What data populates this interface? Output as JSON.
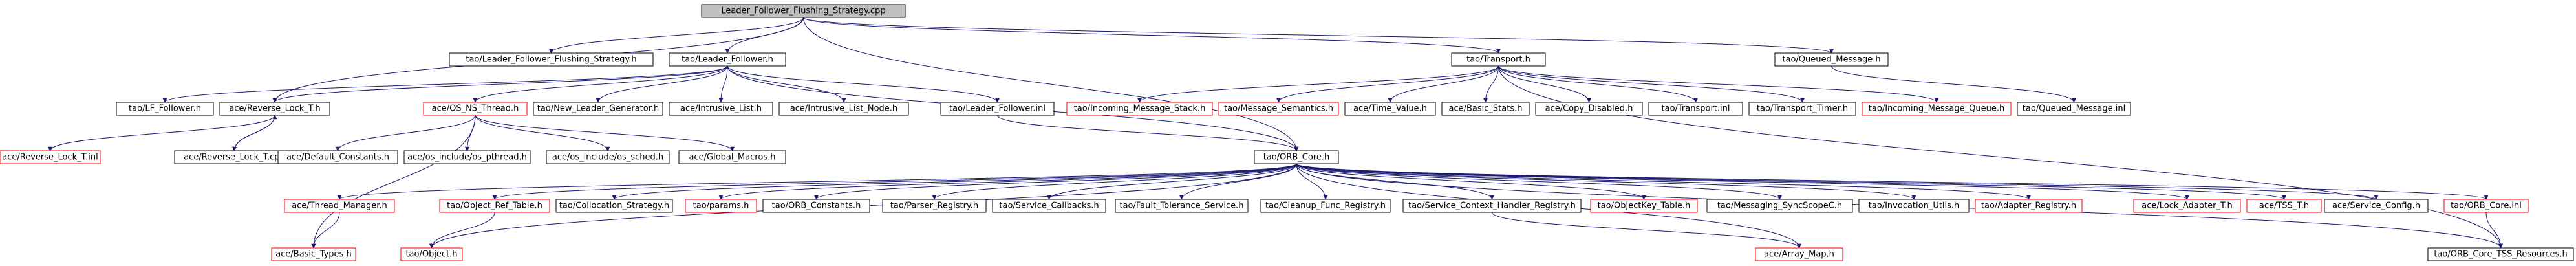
{
  "diagram": {
    "nodes": [
      {
        "id": "root",
        "label": "Leader_Follower_Flushing_Strategy.cpp",
        "style": "root"
      },
      {
        "id": "lfs_h",
        "label": "tao/Leader_Follower_Flushing_Strategy.h",
        "style": "normal"
      },
      {
        "id": "lf_h",
        "label": "tao/Leader_Follower.h",
        "style": "normal"
      },
      {
        "id": "transport_h",
        "label": "tao/Transport.h",
        "style": "normal"
      },
      {
        "id": "qm_h",
        "label": "tao/Queued_Message.h",
        "style": "normal"
      },
      {
        "id": "lf_follower",
        "label": "tao/LF_Follower.h",
        "style": "normal"
      },
      {
        "id": "rev_lock_h",
        "label": "ace/Reverse_Lock_T.h",
        "style": "normal"
      },
      {
        "id": "os_ns_thread",
        "label": "ace/OS_NS_Thread.h",
        "style": "red"
      },
      {
        "id": "new_leader_gen",
        "label": "tao/New_Leader_Generator.h",
        "style": "normal"
      },
      {
        "id": "intrusive_list",
        "label": "ace/Intrusive_List.h",
        "style": "normal"
      },
      {
        "id": "intrusive_list_node",
        "label": "ace/Intrusive_List_Node.h",
        "style": "normal"
      },
      {
        "id": "lf_inl",
        "label": "tao/Leader_Follower.inl",
        "style": "normal"
      },
      {
        "id": "incoming_stack",
        "label": "tao/Incoming_Message_Stack.h",
        "style": "red"
      },
      {
        "id": "msg_semantics",
        "label": "tao/Message_Semantics.h",
        "style": "red"
      },
      {
        "id": "time_value",
        "label": "ace/Time_Value.h",
        "style": "normal"
      },
      {
        "id": "basic_stats",
        "label": "ace/Basic_Stats.h",
        "style": "normal"
      },
      {
        "id": "copy_disabled",
        "label": "ace/Copy_Disabled.h",
        "style": "normal"
      },
      {
        "id": "transport_inl",
        "label": "tao/Transport.inl",
        "style": "normal"
      },
      {
        "id": "transport_timer",
        "label": "tao/Transport_Timer.h",
        "style": "normal"
      },
      {
        "id": "incoming_queue",
        "label": "tao/Incoming_Message_Queue.h",
        "style": "red"
      },
      {
        "id": "qm_inl",
        "label": "tao/Queued_Message.inl",
        "style": "normal"
      },
      {
        "id": "rev_lock_t",
        "label": "ace/Reverse_Lock_T.inl",
        "style": "red"
      },
      {
        "id": "rev_lock_cpp",
        "label": "ace/Reverse_Lock_T.cpp",
        "style": "normal"
      },
      {
        "id": "default_constants",
        "label": "ace/Default_Constants.h",
        "style": "normal"
      },
      {
        "id": "os_pthread",
        "label": "ace/os_include/os_pthread.h",
        "style": "normal"
      },
      {
        "id": "os_sched",
        "label": "ace/os_include/os_sched.h",
        "style": "normal"
      },
      {
        "id": "global_macros",
        "label": "ace/Global_Macros.h",
        "style": "normal"
      },
      {
        "id": "orb_core",
        "label": "tao/ORB_Core.h",
        "style": "normal"
      },
      {
        "id": "thread_manager",
        "label": "ace/Thread_Manager.h",
        "style": "red"
      },
      {
        "id": "object_ref_table",
        "label": "tao/Object_Ref_Table.h",
        "style": "red"
      },
      {
        "id": "collocation_strategy",
        "label": "tao/Collocation_Strategy.h",
        "style": "normal"
      },
      {
        "id": "params",
        "label": "tao/params.h",
        "style": "red"
      },
      {
        "id": "orb_constants",
        "label": "tao/ORB_Constants.h",
        "style": "normal"
      },
      {
        "id": "parser_registry",
        "label": "tao/Parser_Registry.h",
        "style": "normal"
      },
      {
        "id": "service_callbacks",
        "label": "tao/Service_Callbacks.h",
        "style": "normal"
      },
      {
        "id": "fault_tolerance",
        "label": "tao/Fault_Tolerance_Service.h",
        "style": "normal"
      },
      {
        "id": "cleanup_func",
        "label": "tao/Cleanup_Func_Registry.h",
        "style": "normal"
      },
      {
        "id": "svc_ctx_handler",
        "label": "tao/Service_Context_Handler_Registry.h",
        "style": "normal"
      },
      {
        "id": "objectkey_table",
        "label": "tao/ObjectKey_Table.h",
        "style": "red"
      },
      {
        "id": "messaging_sync",
        "label": "tao/Messaging_SyncScopeC.h",
        "style": "normal"
      },
      {
        "id": "invocation_utils",
        "label": "tao/Invocation_Utils.h",
        "style": "normal"
      },
      {
        "id": "adapter_registry",
        "label": "tao/Adapter_Registry.h",
        "style": "red"
      },
      {
        "id": "lock_adapter",
        "label": "ace/Lock_Adapter_T.h",
        "style": "red"
      },
      {
        "id": "tss_t",
        "label": "ace/TSS_T.h",
        "style": "red"
      },
      {
        "id": "service_config",
        "label": "ace/Service_Config.h",
        "style": "normal"
      },
      {
        "id": "orb_core_inl",
        "label": "tao/ORB_Core.inl",
        "style": "red"
      },
      {
        "id": "basic_types",
        "label": "ace/Basic_Types.h",
        "style": "red"
      },
      {
        "id": "object_h",
        "label": "tao/Object.h",
        "style": "red"
      },
      {
        "id": "array_map",
        "label": "ace/Array_Map.h",
        "style": "red"
      },
      {
        "id": "orb_core_tss",
        "label": "tao/ORB_Core_TSS_Resources.h",
        "style": "normal"
      }
    ],
    "edges": [
      [
        "root",
        "lfs_h"
      ],
      [
        "root",
        "lf_h"
      ],
      [
        "root",
        "transport_h"
      ],
      [
        "root",
        "qm_h"
      ],
      [
        "root",
        "rev_lock_h"
      ],
      [
        "root",
        "orb_core"
      ],
      [
        "lf_h",
        "lf_follower"
      ],
      [
        "lf_h",
        "rev_lock_h"
      ],
      [
        "lf_h",
        "os_ns_thread"
      ],
      [
        "lf_h",
        "new_leader_gen"
      ],
      [
        "lf_h",
        "intrusive_list"
      ],
      [
        "lf_h",
        "intrusive_list_node"
      ],
      [
        "lf_h",
        "lf_inl"
      ],
      [
        "lf_h",
        "orb_core"
      ],
      [
        "rev_lock_h",
        "rev_lock_t"
      ],
      [
        "rev_lock_h",
        "rev_lock_cpp"
      ],
      [
        "rev_lock_cpp",
        "rev_lock_h"
      ],
      [
        "os_ns_thread",
        "default_constants"
      ],
      [
        "os_ns_thread",
        "os_pthread"
      ],
      [
        "os_ns_thread",
        "os_sched"
      ],
      [
        "os_ns_thread",
        "global_macros"
      ],
      [
        "os_ns_thread",
        "basic_types"
      ],
      [
        "transport_h",
        "incoming_stack"
      ],
      [
        "transport_h",
        "msg_semantics"
      ],
      [
        "transport_h",
        "time_value"
      ],
      [
        "transport_h",
        "basic_stats"
      ],
      [
        "transport_h",
        "copy_disabled"
      ],
      [
        "transport_h",
        "transport_inl"
      ],
      [
        "transport_h",
        "transport_timer"
      ],
      [
        "transport_h",
        "incoming_queue"
      ],
      [
        "transport_h",
        "orb_core_tss"
      ],
      [
        "qm_h",
        "qm_inl"
      ],
      [
        "lf_inl",
        "orb_core"
      ],
      [
        "orb_core",
        "thread_manager"
      ],
      [
        "orb_core",
        "object_ref_table"
      ],
      [
        "orb_core",
        "collocation_strategy"
      ],
      [
        "orb_core",
        "params"
      ],
      [
        "orb_core",
        "orb_constants"
      ],
      [
        "orb_core",
        "parser_registry"
      ],
      [
        "orb_core",
        "service_callbacks"
      ],
      [
        "orb_core",
        "fault_tolerance"
      ],
      [
        "orb_core",
        "cleanup_func"
      ],
      [
        "orb_core",
        "svc_ctx_handler"
      ],
      [
        "orb_core",
        "objectkey_table"
      ],
      [
        "orb_core",
        "messaging_sync"
      ],
      [
        "orb_core",
        "invocation_utils"
      ],
      [
        "orb_core",
        "adapter_registry"
      ],
      [
        "orb_core",
        "lock_adapter"
      ],
      [
        "orb_core",
        "tss_t"
      ],
      [
        "orb_core",
        "service_config"
      ],
      [
        "orb_core",
        "orb_core_inl"
      ],
      [
        "orb_core",
        "object_h"
      ],
      [
        "orb_core",
        "array_map"
      ],
      [
        "orb_core",
        "orb_core_tss"
      ],
      [
        "thread_manager",
        "basic_types"
      ],
      [
        "object_ref_table",
        "object_h"
      ],
      [
        "svc_ctx_handler",
        "array_map"
      ],
      [
        "orb_core_inl",
        "orb_core_tss"
      ]
    ]
  },
  "colors": {
    "edge": "#191970",
    "red_border": "#ff0000",
    "normal_border": "#000000",
    "root_fill": "#bfbfbf",
    "node_fill": "#ffffff"
  }
}
